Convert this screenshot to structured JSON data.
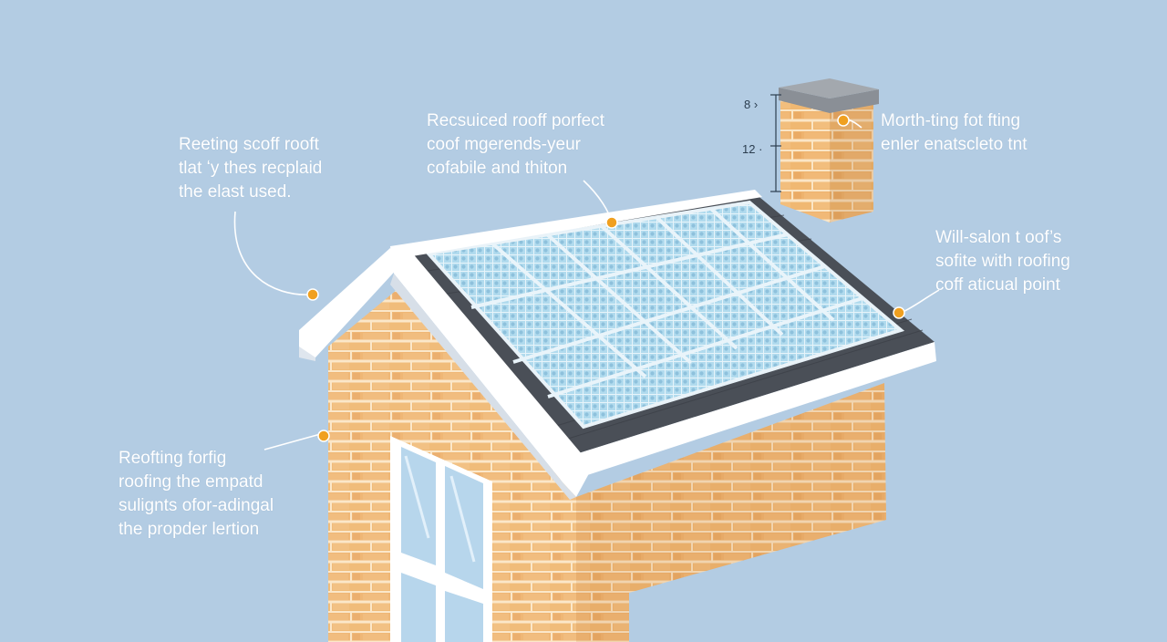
{
  "colors": {
    "background": "#b3cce3",
    "brick": "#eeb36e",
    "mortar": "#fbe6c6",
    "roof_trim": "#ffffff",
    "shingle": "#4a4f57",
    "panel": "#9fd2ea",
    "callout_dot": "#f0a020",
    "chimney_cap": "#8a8f96",
    "callout_text": "#ffffff"
  },
  "callouts": [
    {
      "id": "top-left",
      "lines": [
        "Reeting scoff rooft",
        "tlat ʻy thes recplaid",
        "the elast used."
      ]
    },
    {
      "id": "top-center",
      "lines": [
        "Recsuiced rooff porfect",
        "coof mgerends-yeur",
        "cofabile and thiton"
      ]
    },
    {
      "id": "top-right",
      "lines": [
        "Morth-ting fot fting",
        "enler enatscleto tnt"
      ]
    },
    {
      "id": "mid-right",
      "lines": [
        "Will-salon t oof’s",
        "sofite with roofing",
        "coff aticual point"
      ]
    },
    {
      "id": "bottom-left",
      "lines": [
        "Reofting forfig",
        "roofing the empatd",
        "sulignts ofor-adingal",
        "the propder lertion"
      ]
    }
  ],
  "dimensions": {
    "upper": "8",
    "lower": "12"
  },
  "icons": [
    "chimney-icon",
    "solar-panel-icon",
    "house-icon",
    "callout-dot-icon"
  ]
}
